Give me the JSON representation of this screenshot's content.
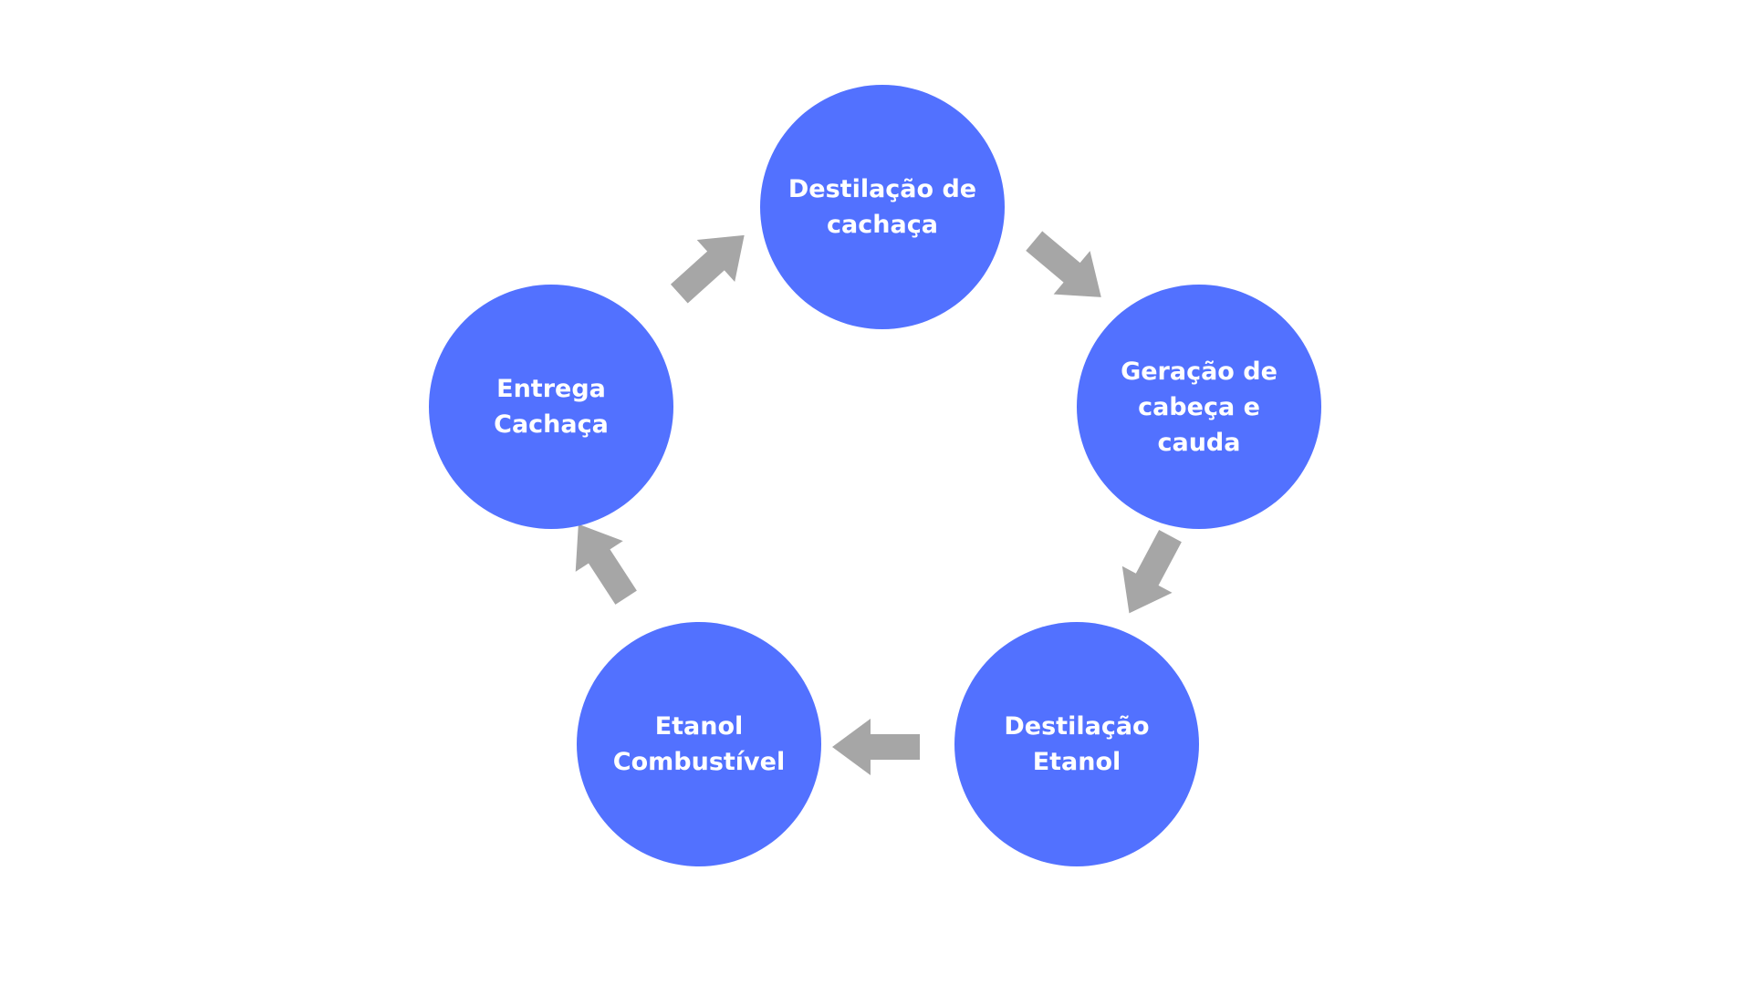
{
  "diagram": {
    "type": "cycle",
    "colors": {
      "node_fill": "#5271ff",
      "node_text": "#ffffff",
      "arrow": "#a6a6a6",
      "background": "#ffffff"
    },
    "nodes": [
      {
        "label": "Destilação de\ncachaça"
      },
      {
        "label": "Geração de\ncabeça e\ncauda"
      },
      {
        "label": "Destilação\nEtanol"
      },
      {
        "label": "Etanol\nCombustível"
      },
      {
        "label": "Entrega\nCachaça"
      }
    ],
    "arrows": [
      {
        "from": 0,
        "to": 1
      },
      {
        "from": 1,
        "to": 2
      },
      {
        "from": 2,
        "to": 3
      },
      {
        "from": 3,
        "to": 4
      },
      {
        "from": 4,
        "to": 0
      }
    ]
  }
}
